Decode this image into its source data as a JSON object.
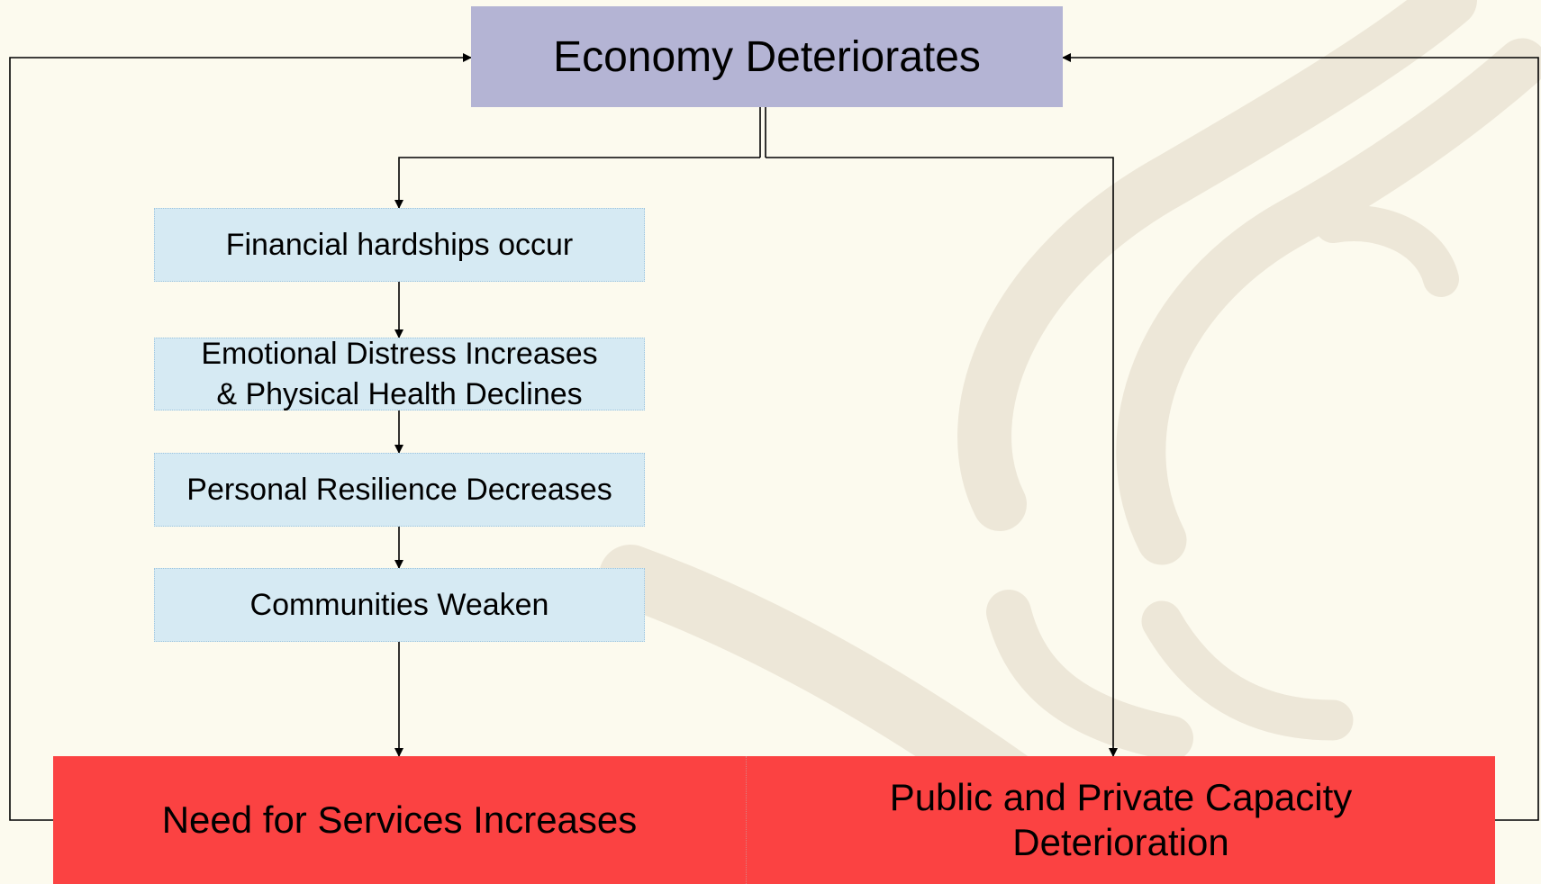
{
  "diagram": {
    "top": {
      "label": "Economy Deteriorates"
    },
    "steps": [
      {
        "label": "Financial hardships occur"
      },
      {
        "label_line1": "Emotional Distress Increases",
        "label_line2": "& Physical Health Declines"
      },
      {
        "label": "Personal Resilience Decreases"
      },
      {
        "label": "Communities Weaken"
      }
    ],
    "outcomes": {
      "left": {
        "label": "Need for Services Increases"
      },
      "right": {
        "label_line1": "Public and Private Capacity",
        "label_line2": "Deterioration"
      }
    }
  },
  "colors": {
    "background": "#fcfaee",
    "top_box": "#b4b4d4",
    "step_box": "#d6eaf3",
    "outcome_box": "#fb4242",
    "emblem": "#ece6d5",
    "connector": "#000000"
  }
}
